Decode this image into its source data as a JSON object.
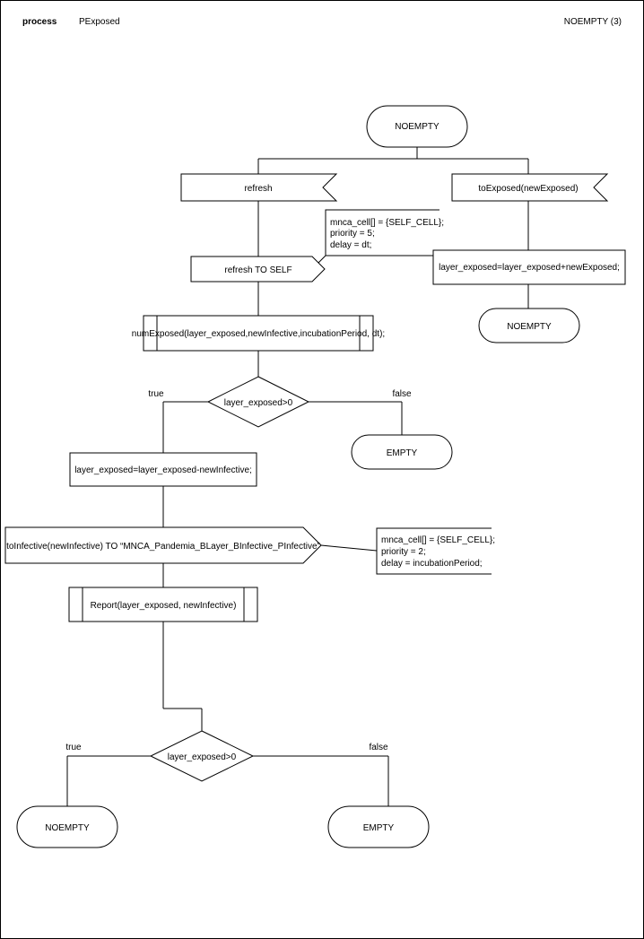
{
  "header": {
    "keyword": "process",
    "process_name": "PExposed",
    "page_label": "NOEMPTY (3)"
  },
  "start_state": "NOEMPTY",
  "inputs": {
    "refresh": "refresh",
    "to_exposed": "toExposed(newExposed)"
  },
  "output_refresh": "refresh TO SELF",
  "comment_refresh": [
    "mnca_cell[] = {SELF_CELL};",
    "priority = 5;",
    "delay = dt;"
  ],
  "task_exposed_add": "layer_exposed=layer_exposed+newExposed;",
  "next_state_right": "NOEMPTY",
  "procedure_num_exposed": "numExposed(layer_exposed,newInfective,incubationPeriod, dt);",
  "decision_1": {
    "question": "layer_exposed>0",
    "true_label": "true",
    "false_label": "false"
  },
  "next_state_empty_1": "EMPTY",
  "task_exposed_sub": "layer_exposed=layer_exposed-newInfective;",
  "output_infective": "toInfective(newInfective) TO “MNCA_Pandemia_BLayer_BInfective_PInfective”",
  "comment_infective": [
    "mnca_cell[] = {SELF_CELL};",
    "priority = 2;",
    "delay = incubationPeriod;"
  ],
  "procedure_report": "Report(layer_exposed, newInfective)",
  "decision_2": {
    "question": "layer_exposed>0",
    "true_label": "true",
    "false_label": "false"
  },
  "final_true_state": "NOEMPTY",
  "final_false_state": "EMPTY"
}
